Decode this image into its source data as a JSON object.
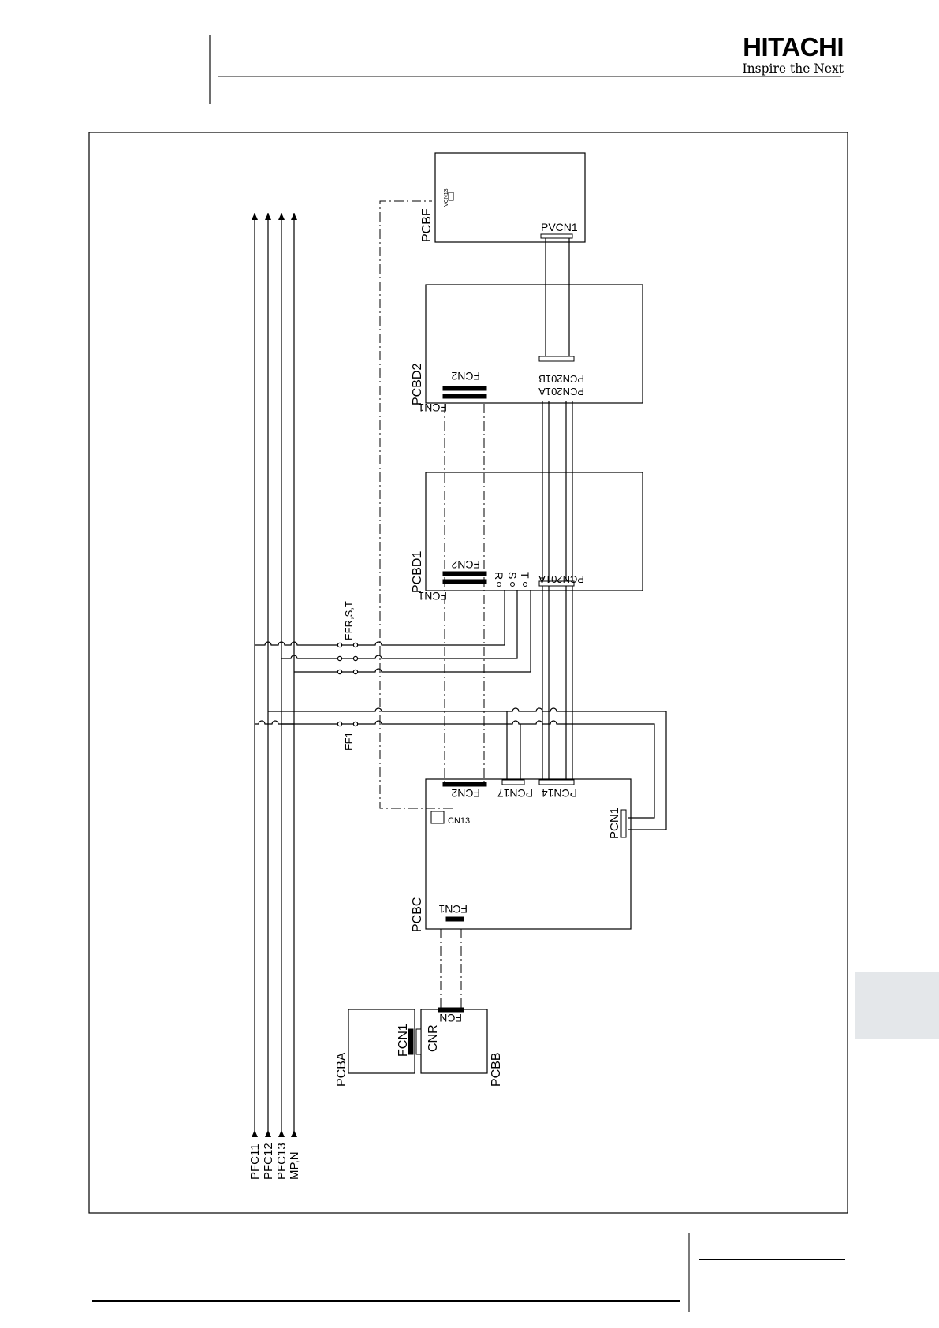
{
  "header": {
    "brand": "HITACHI",
    "tagline": "Inspire the Next"
  },
  "diagram": {
    "boards": {
      "pcb_f": "PCBF",
      "pcb_d2": "PCBD2",
      "pcb_d1": "PCBD1",
      "pcb_c": "PCBC",
      "pcb_a": "PCBA",
      "pcb_b": "PCBB"
    },
    "connectors": {
      "pvcn1": "PVCN1",
      "vcn13": "VCN13",
      "fcn1_d2": "FCN1",
      "fcn2_d2": "FCN2",
      "pcn201b": "PCN201B",
      "pcn201a_d2": "PCN201A",
      "fcn1_d1": "FCN1",
      "fcn2_d1": "FCN2",
      "r": "R",
      "s": "S",
      "t": "T",
      "pcn201a_d1": "PCN201A",
      "fcn2_c": "FCN2",
      "pcn17": "PCN17",
      "pcn14": "PCN14",
      "cn13": "CN13",
      "pcn1": "PCN1",
      "fcn1_c": "FCN1",
      "fcn1_a": "FCN1",
      "cnr": "CNR",
      "fcn_b": "FCN"
    },
    "fuses": {
      "ef_rst": "EFR,S,T",
      "ef1": "EF1"
    },
    "power_lines": [
      "PFC11",
      "PFC12",
      "PFC13",
      "MP,N"
    ]
  }
}
